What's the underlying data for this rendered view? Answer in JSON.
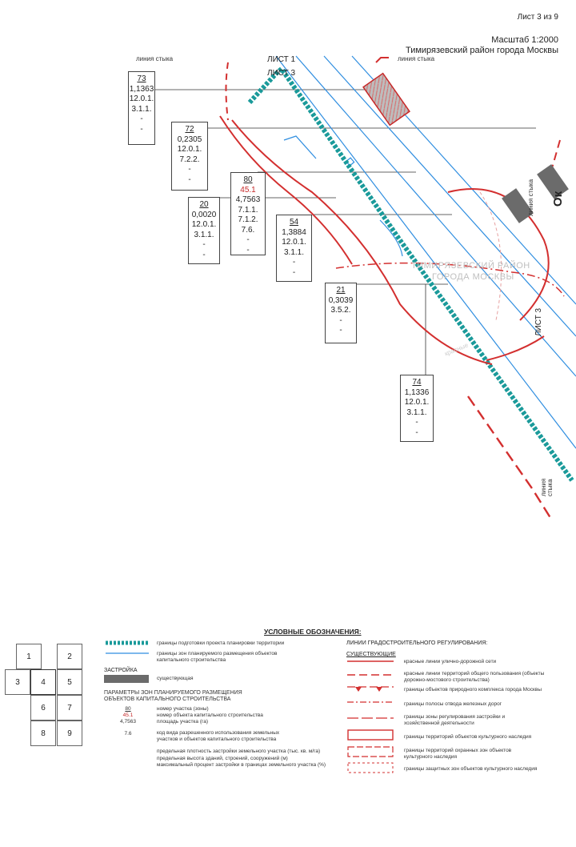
{
  "header": {
    "sheet": "Лист 3 из 9",
    "scale": "Масштаб 1:2000",
    "district": "Тимирязевский район города Москвы"
  },
  "map": {
    "junction_left": "линия стыка",
    "junction_top": "линия стыка",
    "junction_right_top": "линия стыка",
    "junction_right_bottom": "линия стыка",
    "sheet1": "ЛИСТ 1",
    "sheet3_top": "ЛИСТ 3",
    "sheet3_right": "ЛИСТ 3",
    "district_label_1": "ТИМИРЯЗЕВСКИЙ РАЙОН",
    "district_label_2": "ГОРОДА МОСКВЫ",
    "cut_label": "Ок",
    "faint_label": "красные"
  },
  "zones": [
    {
      "num": "73",
      "area": "1,1363",
      "codes": [
        "12.0.1.",
        "3.1.1."
      ],
      "dots": [
        "-",
        "-"
      ]
    },
    {
      "num": "72",
      "area": "0,2305",
      "codes": [
        "12.0.1.",
        "7.2.2."
      ],
      "dots": [
        "-",
        "-"
      ]
    },
    {
      "num": "20",
      "area": "0,0020",
      "codes": [
        "12.0.1.",
        "3.1.1."
      ],
      "dots": [
        "-",
        "-"
      ]
    },
    {
      "num": "80",
      "obj": "45.1",
      "area": "4,7563",
      "codes": [
        "7.1.1.",
        "7.1.2.",
        "7.6."
      ],
      "dots": [
        "-",
        "-"
      ]
    },
    {
      "num": "54",
      "area": "1,3884",
      "codes": [
        "12.0.1.",
        "3.1.1."
      ],
      "dots": [
        "-",
        "-"
      ]
    },
    {
      "num": "21",
      "area": "0,3039",
      "codes": [
        "3.5.2."
      ],
      "dots": [
        "-",
        "-"
      ]
    },
    {
      "num": "74",
      "area": "1,1336",
      "codes": [
        "12.0.1.",
        "3.1.1."
      ],
      "dots": [
        "-",
        "-"
      ]
    }
  ],
  "legend": {
    "title": "УСЛОВНЫЕ ОБОЗНАЧЕНИЯ:",
    "items_left": [
      "границы подготовки проекта планировки территории",
      "границы зон планируемого размещения объектов капитального строительства"
    ],
    "build_heading": "ЗАСТРОЙКА",
    "build_item": "существующая",
    "params_heading": "ПАРАМЕТРЫ ЗОН ПЛАНИРУЕМОГО РАЗМЕЩЕНИЯ ОБЪЕКТОВ КАПИТАЛЬНОГО СТРОИТЕЛЬСТВА",
    "sample_num": "80",
    "sample_obj": "45.1",
    "sample_area": "4,7563",
    "sample_code": "7.6",
    "param_1": "номер участка (зоны)",
    "param_2": "номер объекта капитального строительства",
    "param_3": "площадь участка (га)",
    "param_4": "код вида разрешенного использования земельных участков и объектов капитального строительства",
    "param_5": "предельная плотность застройки земельного участка (тыс. кв. м/га)",
    "param_6": "предельная высота зданий, строений, сооружений (м)",
    "param_7": "максимальный процент застройки в границах земельного участка (%)",
    "regulation_heading": "ЛИНИИ ГРАДОСТРОИТЕЛЬНОГО РЕГУЛИРОВАНИЯ:",
    "existing_heading": "СУЩЕСТВУЮЩИЕ",
    "items_right": [
      "красные линии улично-дорожной сети",
      "красные линии территорий общего пользования (объекты дорожно-мостового строительства)",
      "границы объектов природного комплекса города Москвы",
      "границы полосы отвода железных дорог",
      "границы зоны регулирования застройки и хозяйственной деятельности",
      "границы территорий объектов культурного наследия",
      "границы территорий охранных зон объектов культурного наследия",
      "границы защитных зон объектов культурного наследия"
    ]
  },
  "sheet_grid": [
    "1",
    "2",
    "3",
    "4",
    "5",
    "6",
    "7",
    "8",
    "9"
  ],
  "colors": {
    "teal": "#1a9a9a",
    "blue": "#2f8ee0",
    "red": "#d32f2f",
    "building": "#6b6b6b"
  }
}
